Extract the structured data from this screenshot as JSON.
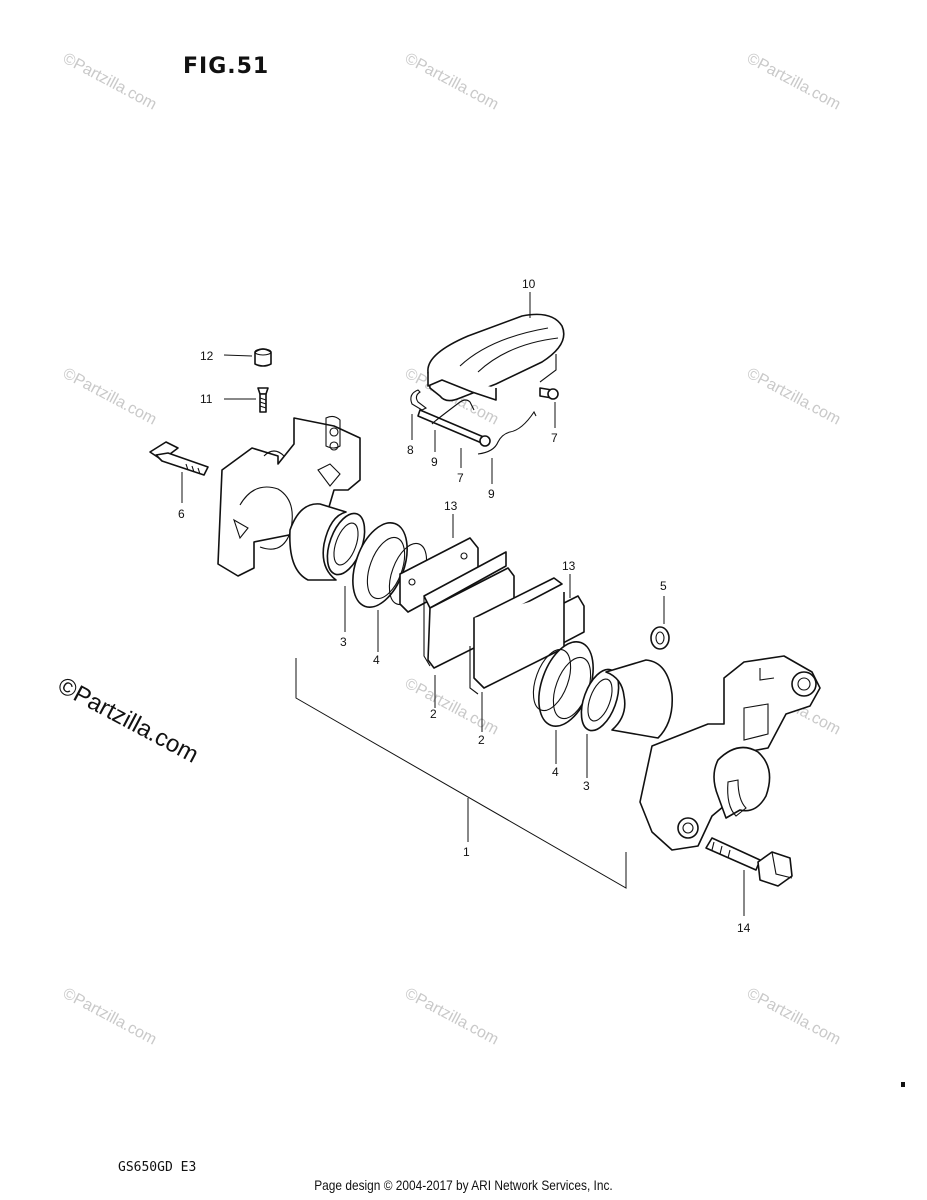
{
  "figure": {
    "title": "FIG.51",
    "model_code": "GS650GD E3"
  },
  "watermark": {
    "small_text": "©Partzilla.com",
    "large_text": "©Partzilla.com"
  },
  "callouts": {
    "c1": "1",
    "c2a": "2",
    "c2b": "2",
    "c3a": "3",
    "c3b": "3",
    "c4a": "4",
    "c4b": "4",
    "c5": "5",
    "c6": "6",
    "c7a": "7",
    "c7b": "7",
    "c8": "8",
    "c9a": "9",
    "c9b": "9",
    "c10": "10",
    "c11": "11",
    "c12": "12",
    "c13a": "13",
    "c13b": "13",
    "c14": "14"
  },
  "footer": {
    "text": "Page design © 2004-2017 by ARI Network Services, Inc."
  }
}
